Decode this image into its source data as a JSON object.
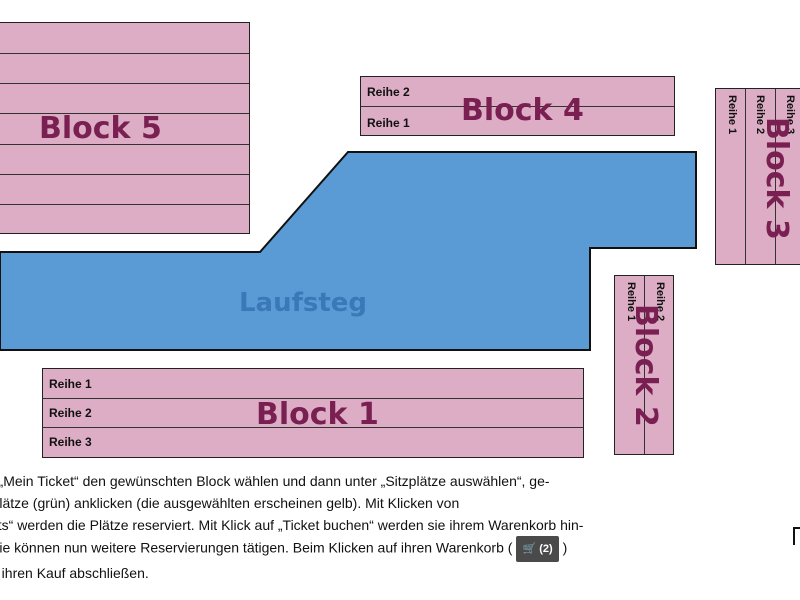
{
  "blocks": {
    "block5": {
      "title": "Block 5"
    },
    "block4": {
      "title": "Block 4",
      "rows": [
        "Reihe 2",
        "Reihe 1"
      ]
    },
    "block3": {
      "title": "Block 3",
      "rows": [
        "Reihe 1",
        "Reihe 2",
        "Reihe 3"
      ]
    },
    "block2": {
      "title": "Block 2",
      "rows": [
        "Reihe 1",
        "Reihe 2"
      ]
    },
    "block1": {
      "title": "Block 1",
      "rows": [
        "Reihe 1",
        "Reihe 2",
        "Reihe 3"
      ]
    }
  },
  "runway": {
    "label": "Laufsteg"
  },
  "instructions": {
    "line1": "r „Mein Ticket“ den gewünschten Block wählen und dann unter „Sitzplätze auswählen“, ge-",
    "line2": "Plätze (grün) anklicken (die ausgewählten erscheinen gelb). Mit Klicken von",
    "line3": "ats“ werden die Plätze reserviert. Mit Klick auf „Ticket buchen“ werden sie ihrem Warenkorb hin-",
    "line4_before": "Sie können nun weitere Reservierungen tätigen. Beim Klicken auf ihren Warenkorb (",
    "cart_badge": "🛒 (2)",
    "line4_after": ")",
    "line5": "e ihren Kauf abschließen."
  },
  "colors": {
    "seat_block": "#dcadc4",
    "runway": "#5b9bd5",
    "block_title": "#7a1f52"
  }
}
